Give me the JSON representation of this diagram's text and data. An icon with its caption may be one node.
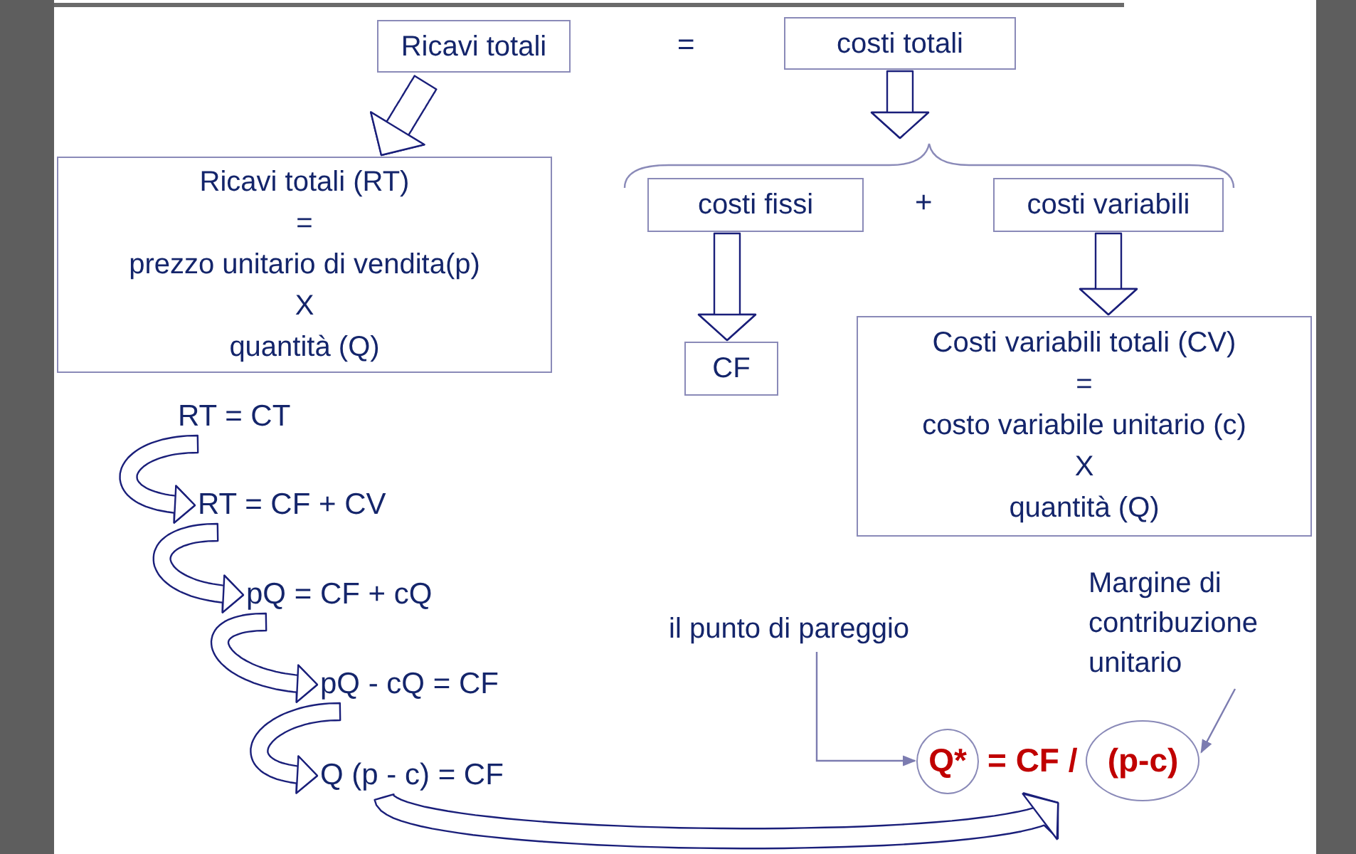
{
  "diagram": {
    "nodes": [
      {
        "text": [
          "Ricavi totali"
        ]
      },
      {
        "text": [
          "costi totali"
        ]
      },
      {
        "text": [
          "Ricavi totali (RT)",
          "=",
          "prezzo unitario di vendita(p)",
          "X",
          "quantità (Q)"
        ]
      },
      {
        "text": [
          "costi fissi"
        ]
      },
      {
        "text": [
          "costi variabili"
        ]
      },
      {
        "text": [
          "CF"
        ]
      },
      {
        "text": [
          "Costi variabili totali (CV)",
          "=",
          "costo variabile unitario (c)",
          "X",
          "quantità (Q)"
        ]
      },
      {
        "text": [
          "RT = CT"
        ]
      },
      {
        "text": [
          "RT = CF + CV"
        ]
      },
      {
        "text": [
          "pQ = CF + cQ"
        ]
      },
      {
        "text": [
          "pQ - cQ = CF"
        ]
      },
      {
        "text": [
          "Q (p - c) = CF"
        ]
      },
      {
        "text": [
          "= CF /"
        ]
      },
      {
        "text": [
          "Q*"
        ],
        "in": 12
      },
      {
        "text": [
          "(p-c)"
        ],
        "in": 12
      },
      {
        "text": [
          "il punto di pareggio"
        ]
      },
      {
        "text": [
          "Margine di contribuzione unitario"
        ]
      },
      {
        "text": [],
        "shape": "brace"
      }
    ],
    "edges": [
      {
        "from": 0,
        "to": 2,
        "arrow": "to"
      },
      {
        "from": 1,
        "to": 17,
        "arrow": "to"
      },
      {
        "from": 3,
        "to": 5,
        "arrow": "to"
      },
      {
        "from": 4,
        "to": 6,
        "arrow": "to"
      },
      {
        "from": 7,
        "to": 8,
        "arrow": "to"
      },
      {
        "from": 8,
        "to": 9,
        "arrow": "to"
      },
      {
        "from": 9,
        "to": 10,
        "arrow": "to"
      },
      {
        "from": 10,
        "to": 11,
        "arrow": "to"
      },
      {
        "from": 11,
        "to": 12,
        "arrow": "to"
      },
      {
        "from": 15,
        "to": 13,
        "arrow": "to",
        "color": "#7c7cb0"
      },
      {
        "from": 16,
        "to": 14,
        "arrow": "to",
        "color": "#7c7cb0"
      }
    ],
    "labels": [
      "=",
      "+"
    ]
  }
}
